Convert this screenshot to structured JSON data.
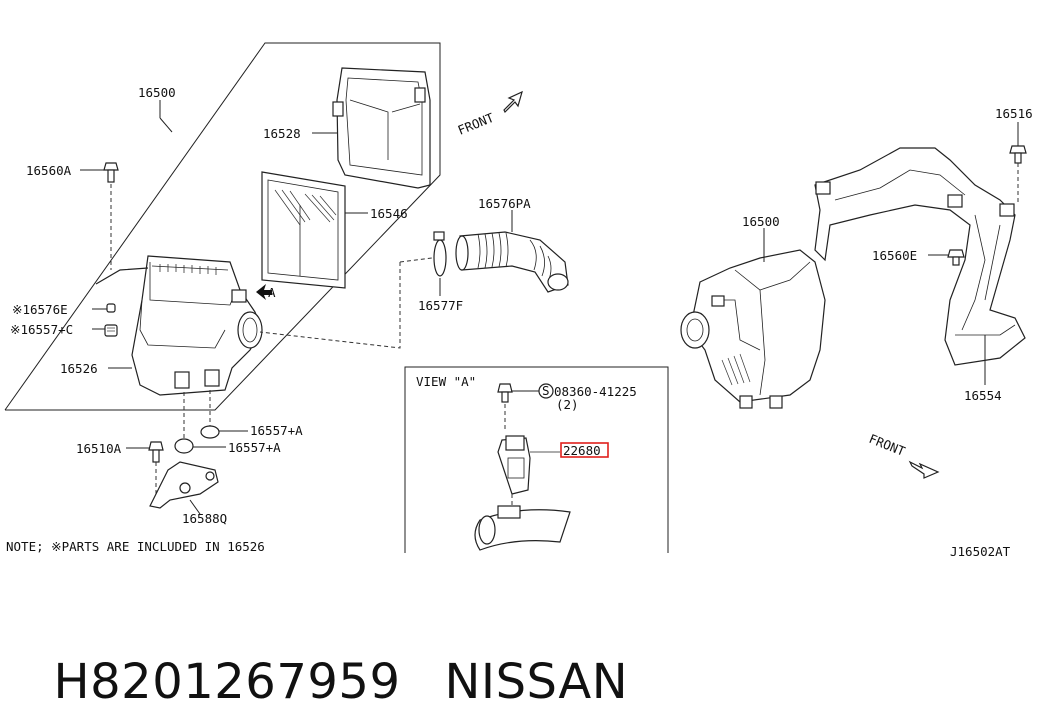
{
  "diagram": {
    "labels": {
      "p16500_left": "16500",
      "p16528": "16528",
      "p16560A": "16560A",
      "p16546": "16546",
      "p16576PA": "16576PA",
      "p16576E": "※16576E",
      "p16557C": "※16557+C",
      "p16577F": "16577F",
      "p16526": "16526",
      "p16557A_1": "16557+A",
      "p16557A_2": "16557+A",
      "p16510A": "16510A",
      "p16588Q": "16588Q",
      "p16516": "16516",
      "p16500_right": "16500",
      "p16560E": "16560E",
      "p16554": "16554",
      "front_top": "FRONT",
      "front_bottom": "FRONT",
      "view_a_title": "VIEW \"A\"",
      "screw_code": "08360-41225",
      "screw_qty": "(2)",
      "screw_symbol": "S",
      "highlighted_part": "22680",
      "arrow_a": "A",
      "note": "NOTE; ※PARTS ARE INCLUDED IN 16526",
      "diagram_code": "J16502AT"
    },
    "highlight_color": "#e0201c"
  },
  "footer": {
    "part_number": "H8201267959",
    "manufacturer": "NISSAN"
  }
}
